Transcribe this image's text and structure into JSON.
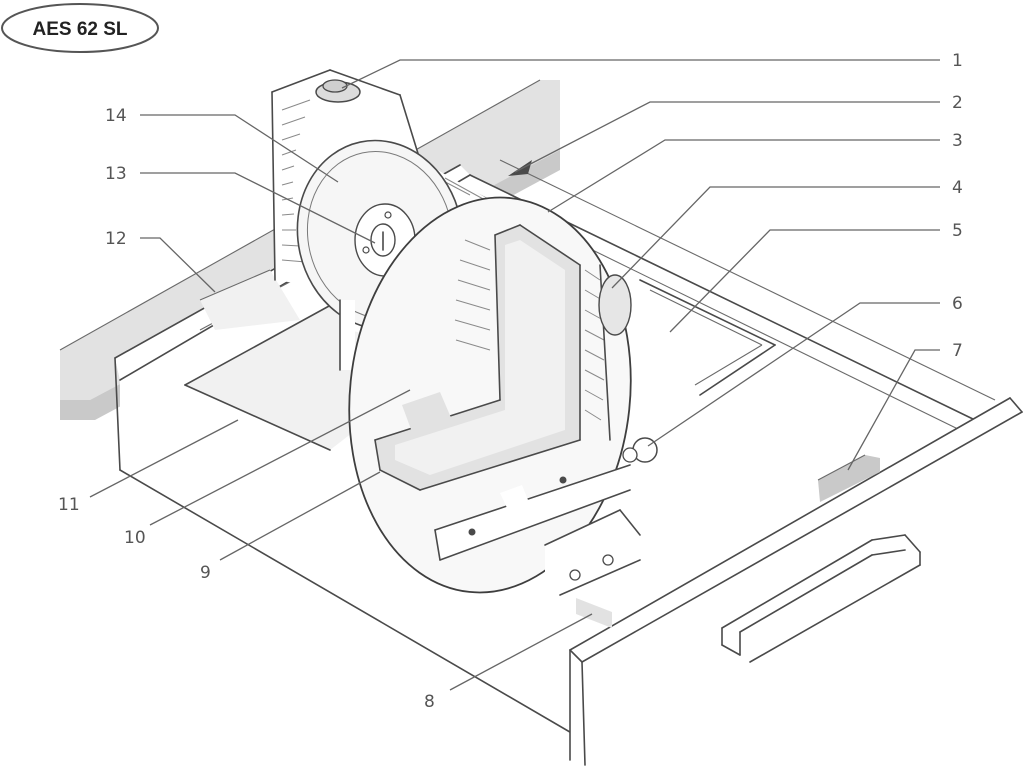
{
  "model_badge": {
    "label": "AES 62 SL"
  },
  "colors": {
    "ink": "#4a4a4a",
    "leader": "#666666",
    "shade_light": "#f1f1f1",
    "shade_mid": "#e2e2e2",
    "shade_dark": "#c9c9c9"
  },
  "callouts": [
    {
      "id": "1",
      "label": "1"
    },
    {
      "id": "2",
      "label": "2"
    },
    {
      "id": "3",
      "label": "3"
    },
    {
      "id": "4",
      "label": "4"
    },
    {
      "id": "5",
      "label": "5"
    },
    {
      "id": "6",
      "label": "6"
    },
    {
      "id": "7",
      "label": "7"
    },
    {
      "id": "8",
      "label": "8"
    },
    {
      "id": "9",
      "label": "9"
    },
    {
      "id": "10",
      "label": "10"
    },
    {
      "id": "11",
      "label": "11"
    },
    {
      "id": "12",
      "label": "12"
    },
    {
      "id": "13",
      "label": "13"
    },
    {
      "id": "14",
      "label": "14"
    }
  ]
}
